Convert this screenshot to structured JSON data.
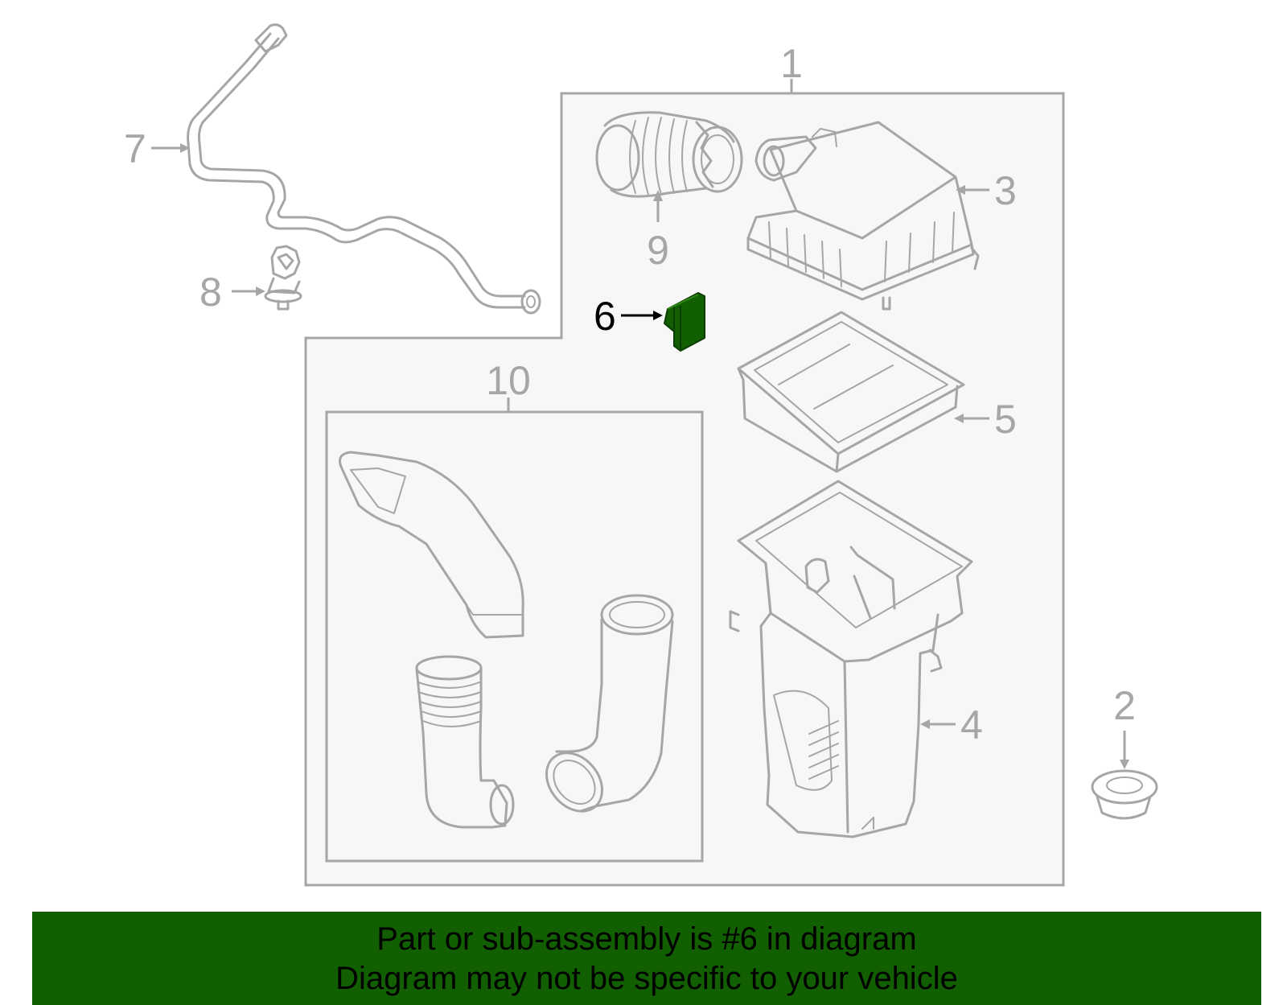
{
  "callouts": {
    "c1": "1",
    "c2": "2",
    "c3": "3",
    "c4": "4",
    "c5": "5",
    "c6": "6",
    "c7": "7",
    "c8": "8",
    "c9": "9",
    "c10": "10"
  },
  "highlighted_part": "6",
  "colors": {
    "highlight": "#115f00",
    "line_gray": "#a6a6a6",
    "panel_fill": "#f7f7f7",
    "banner_bg": "#115f00",
    "banner_text": "#000000"
  },
  "banner": {
    "line1": "Part or sub-assembly is #6 in diagram",
    "line2": "Diagram may not be specific to your vehicle"
  }
}
